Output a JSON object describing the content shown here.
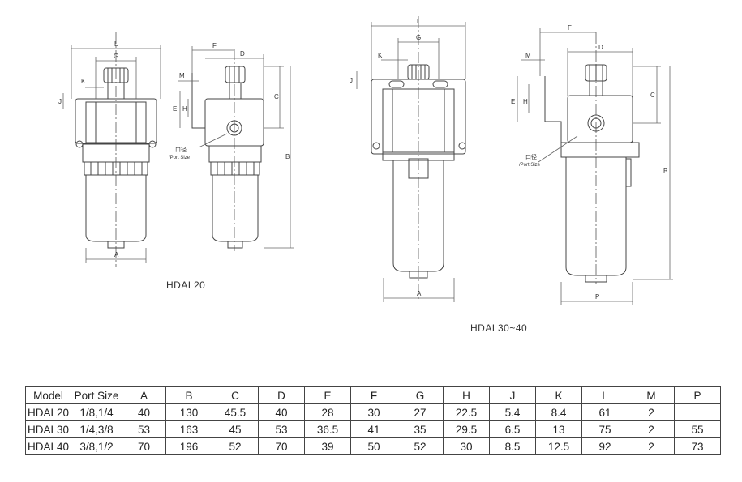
{
  "drawings": {
    "hdal20": {
      "caption": "HDAL20",
      "dim_labels": {
        "L": "L",
        "G": "G",
        "K": "K",
        "J": "J",
        "F": "F",
        "D": "D",
        "M": "M",
        "H": "H",
        "E": "E",
        "C": "C",
        "B": "B",
        "A": "A"
      },
      "port_label_cn": "口径",
      "port_label_en": "/Port Size"
    },
    "hdal30_40": {
      "caption": "HDAL30~40",
      "dim_labels": {
        "L": "L",
        "G": "G",
        "K": "K",
        "J": "J",
        "F": "F",
        "D": "D",
        "M": "M",
        "H": "H",
        "E": "E",
        "C": "C",
        "B": "B",
        "A": "A",
        "P": "P"
      },
      "port_label_cn": "口径",
      "port_label_en": "/Port Size"
    }
  },
  "table": {
    "headers": [
      "Model",
      "Port Size",
      "A",
      "B",
      "C",
      "D",
      "E",
      "F",
      "G",
      "H",
      "J",
      "K",
      "L",
      "M",
      "P"
    ],
    "rows": [
      [
        "HDAL20",
        "1/8,1/4",
        "40",
        "130",
        "45.5",
        "40",
        "28",
        "30",
        "27",
        "22.5",
        "5.4",
        "8.4",
        "61",
        "2",
        ""
      ],
      [
        "HDAL30",
        "1/4,3/8",
        "53",
        "163",
        "45",
        "53",
        "36.5",
        "41",
        "35",
        "29.5",
        "6.5",
        "13",
        "75",
        "2",
        "55"
      ],
      [
        "HDAL40",
        "3/8,1/2",
        "70",
        "196",
        "52",
        "70",
        "39",
        "50",
        "52",
        "30",
        "8.5",
        "12.5",
        "92",
        "2",
        "73"
      ]
    ]
  },
  "colors": {
    "line": "#333333",
    "dim": "#555555",
    "text": "#222222"
  }
}
